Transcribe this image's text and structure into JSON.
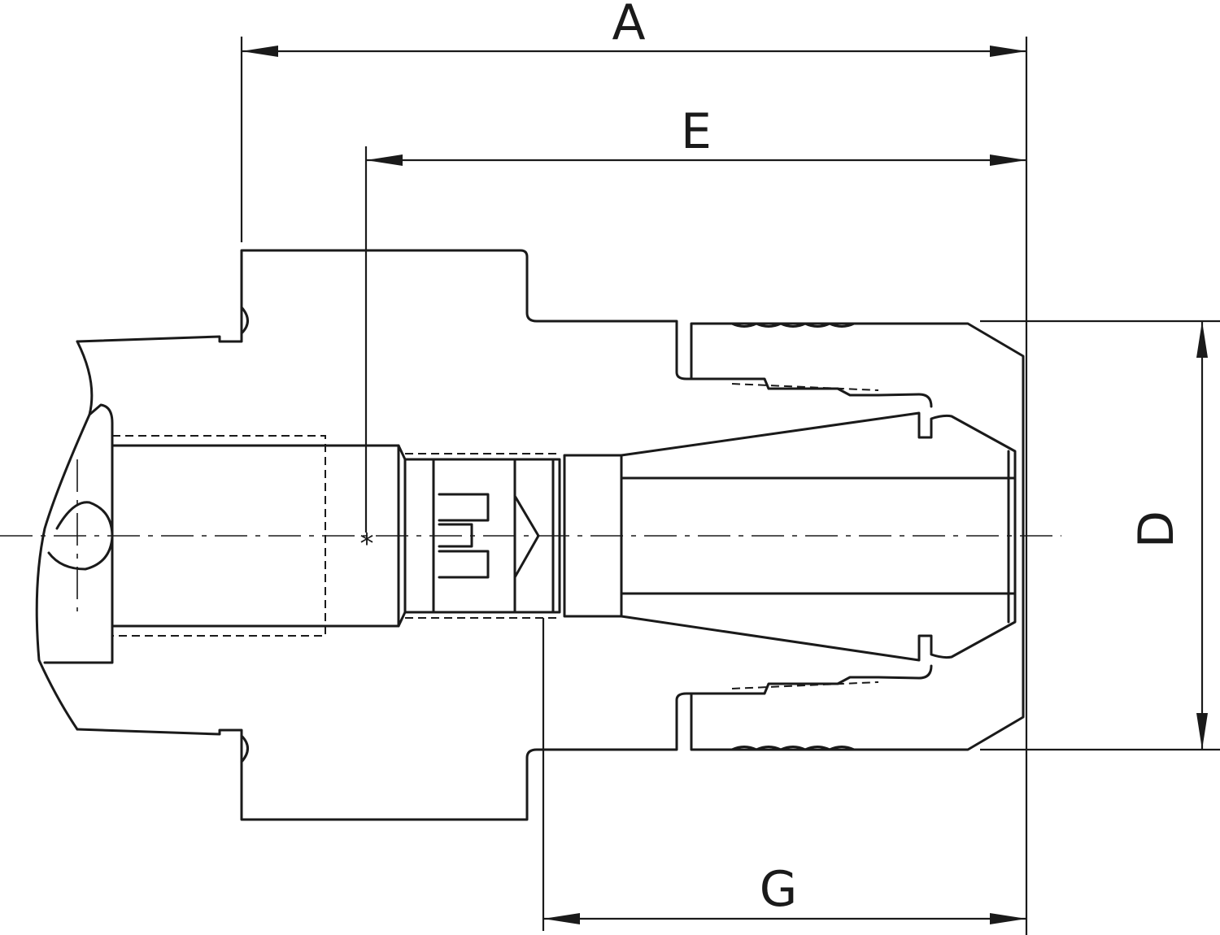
{
  "dimensions": {
    "A": "A",
    "E": "E",
    "G": "G",
    "D": "D"
  },
  "reference_mark": "*"
}
